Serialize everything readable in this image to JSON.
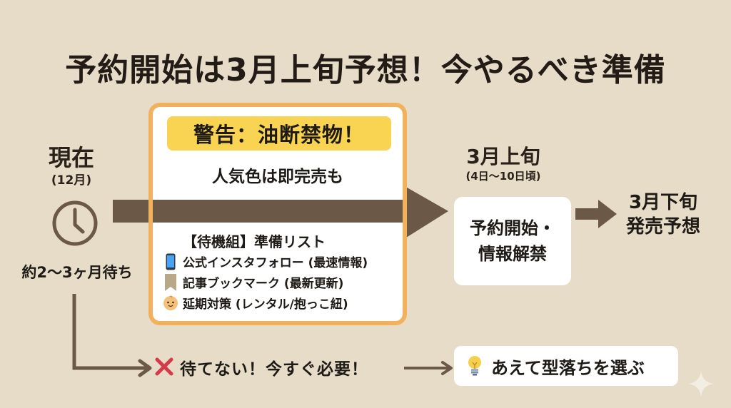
{
  "title": "予約開始は3月上旬予想！今やるべき準備",
  "now": {
    "label": "現在",
    "month": "(12月)",
    "icon": "clock-icon",
    "wait": "約2〜3ヶ月待ち"
  },
  "warning_card": {
    "badge": "警告：油断禁物！",
    "subtitle": "人気色は即完売も",
    "list_title": "【待機組】準備リスト",
    "items": [
      {
        "icon": "smartphone-icon",
        "text": "公式インスタフォロー (最速情報)"
      },
      {
        "icon": "bookmark-icon",
        "text": "記事ブックマーク (最新更新)"
      },
      {
        "icon": "baby-face-icon",
        "text": "延期対策 (レンタル/抱っこ紐)"
      }
    ]
  },
  "early_march": {
    "label": "3月上旬",
    "range": "(4日〜10日頃)",
    "box_line1": "予約開始・",
    "box_line2": "情報解禁"
  },
  "late_march": {
    "line1": "3月下旬",
    "line2": "発売予想"
  },
  "bottom": {
    "x_icon": "cross-mark-icon",
    "urgent": "待てない！今すぐ必要！",
    "tip_icon": "light-bulb-icon",
    "tip": "あえて型落ちを選ぶ"
  },
  "colors": {
    "background": "#e6dcc8",
    "arrow": "#6b5846",
    "card_border": "#f2b15d",
    "badge": "#f9d352",
    "cross": "#d43a4a",
    "text": "#1e1a16"
  }
}
